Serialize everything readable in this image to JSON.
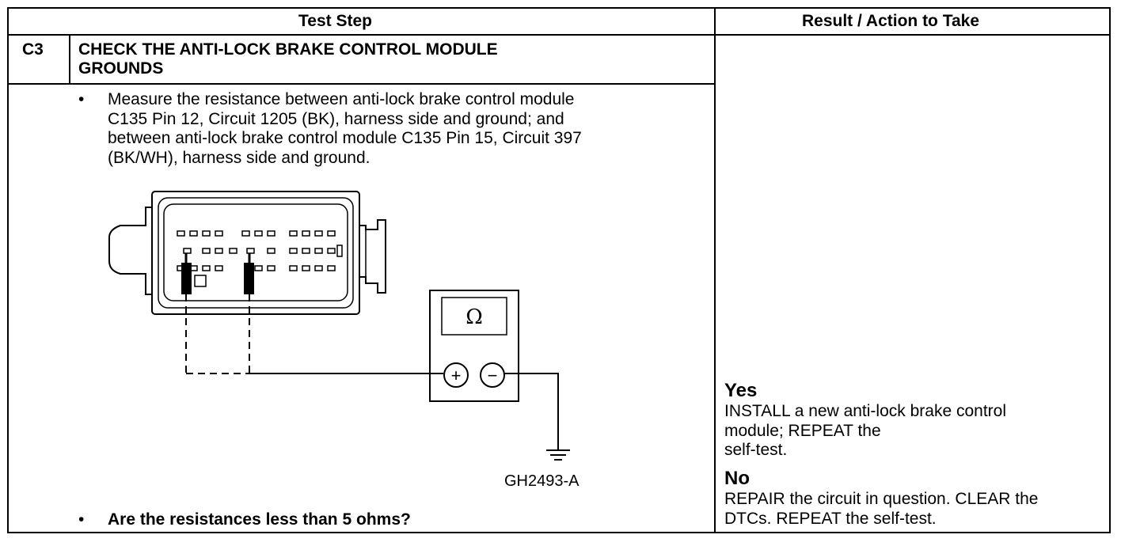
{
  "table": {
    "header": {
      "test_step": "Test Step",
      "result_action": "Result / Action to Take"
    },
    "step": {
      "id": "C3",
      "title_line1": "CHECK THE ANTI-LOCK BRAKE CONTROL MODULE",
      "title_line2": "GROUNDS",
      "bullet": "•",
      "instruction_lines": [
        "Measure the resistance between anti-lock brake control module",
        "C135 Pin 12, Circuit 1205 (BK), harness side and ground; and",
        "between anti-lock brake control module C135 Pin 15, Circuit 397",
        "(BK/WH), harness side and ground."
      ],
      "question": "Are the resistances less than 5 ohms?",
      "figure_id": "GH2493-A",
      "meter_symbol": "Ω",
      "plus_symbol": "+",
      "minus_symbol": "−"
    },
    "results": {
      "yes_label": "Yes",
      "yes_lines": [
        "INSTALL a new anti-lock brake control",
        "module; REPEAT the",
        "self-test."
      ],
      "no_label": "No",
      "no_lines": [
        "REPAIR the circuit in question. CLEAR the",
        "DTCs. REPEAT the self-test."
      ]
    }
  }
}
